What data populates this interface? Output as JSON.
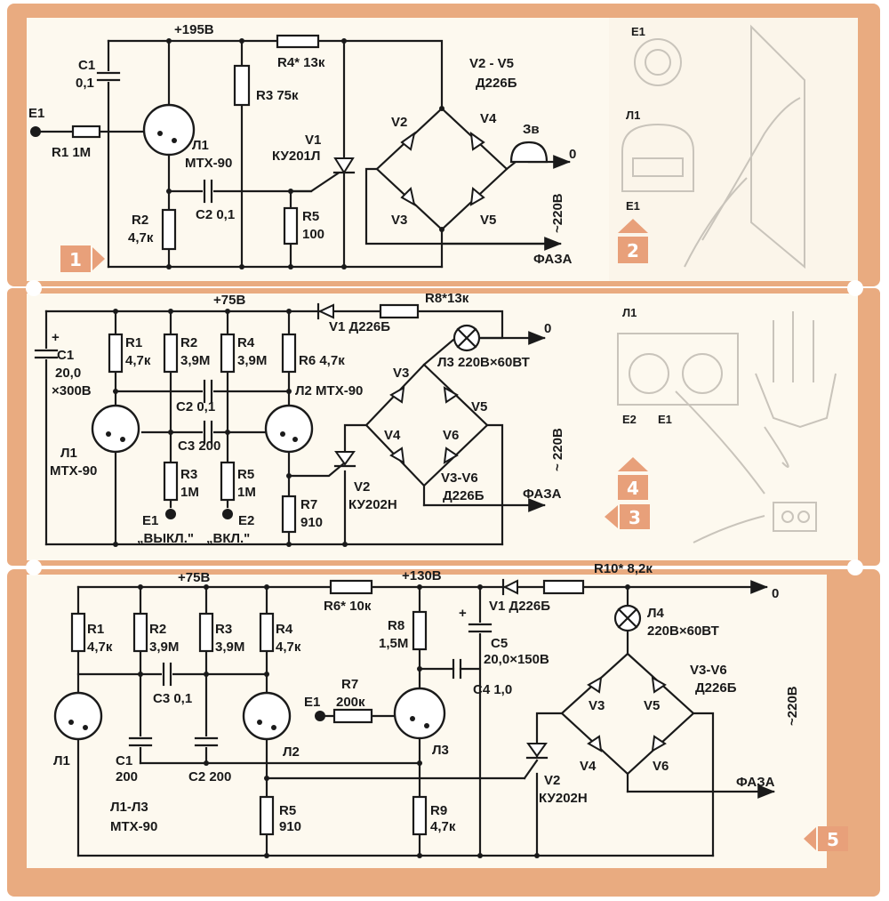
{
  "colors": {
    "frame": "#e9ab80",
    "paper": "#fdf9ef",
    "ink": "#1a1a1a",
    "badge": "#e8a07a",
    "pale": "#c9c4bb"
  },
  "fig1": {
    "badge": "1",
    "supply": "+195В",
    "c1": "C1",
    "c1v": "0,1",
    "e1": "E1",
    "r1": "R1 1M",
    "r4": "R4* 13к",
    "r3": "R3 75к",
    "l1": "Л1",
    "l1t": "МТХ-90",
    "v1": "V1",
    "v1t": "КУ201Л",
    "r2": "R2",
    "r2v": "4,7к",
    "c2": "C2 0,1",
    "r5": "R5",
    "r5v": "100",
    "v25": "V2 - V5",
    "v25t": "Д226Б",
    "v2": "V2",
    "v3": "V3",
    "v4": "V4",
    "v5": "V5",
    "zv": "Зв",
    "zero": "0",
    "ac": "~220В",
    "phase": "ФАЗА"
  },
  "fig2": {
    "badge": "2",
    "e1a": "Е1",
    "l1": "Л1",
    "e1b": "Е1"
  },
  "fig3": {
    "badge": "3",
    "supply": "+75В",
    "c1": "C1",
    "c1v": "20,0",
    "c1v2": "×300В",
    "r1": "R1",
    "r1v": "4,7к",
    "r2": "R2",
    "r2v": "3,9М",
    "r4": "R4",
    "r4v": "3,9М",
    "r6": "R6 4,7к",
    "v1": "V1 Д226Б",
    "r8": "R8*13к",
    "zero": "0",
    "l3": "Л3 220В×60ВТ",
    "c2": "C2  0,1",
    "l2": "Л2 МТХ-90",
    "c3": "C3 200",
    "l1": "Л1",
    "l1t": "МТХ-90",
    "r3": "R3",
    "r3v": "1М",
    "r5": "R5",
    "r5v": "1М",
    "r7": "R7",
    "r7v": "910",
    "v2": "V2",
    "v2t": "КУ202Н",
    "v3": "V3",
    "v4": "V4",
    "v5": "V5",
    "v6": "V6",
    "v36": "V3-V6",
    "v36t": "Д226Б",
    "ac": "~ 220В",
    "phase": "ФАЗА",
    "e1": "Е1",
    "e2": "Е2",
    "off": "„ВЫКЛ.\"",
    "on": "„ВКЛ.\""
  },
  "fig4": {
    "badge": "4",
    "l1": "Л1",
    "e2": "Е2",
    "e1": "Е1"
  },
  "fig5": {
    "badge": "5",
    "supply": "+75В",
    "supply2": "+130В",
    "r6": "R6* 10к",
    "v1": "V1 Д226Б",
    "r10": "R10* 8,2к",
    "zero": "0",
    "l4": "Л4",
    "l4t": "220В×60ВТ",
    "r1": "R1",
    "r1v": "4,7к",
    "r2": "R2",
    "r2v": "3,9М",
    "r3": "R3",
    "r3v": "3,9М",
    "r4": "R4",
    "r4v": "4,7к",
    "r8": "R8",
    "r8v": "1,5М",
    "c5": "C5",
    "c5v": "20,0×150В",
    "c3": "C3 0,1",
    "c4": "C4 1,0",
    "e1": "Е1",
    "r7": "R7",
    "r7v": "200к",
    "l1": "Л1",
    "l2": "Л2",
    "l3": "Л3",
    "c1": "C1",
    "c1v": "200",
    "c2": "C2 200",
    "r5": "R5",
    "r5v": "910",
    "r9": "R9",
    "r9v": "4,7к",
    "l13": "Л1-Л3",
    "l13t": "МТХ-90",
    "v36": "V3-V6",
    "v36t": "Д226Б",
    "v2": "V2",
    "v2t": "КУ202Н",
    "v3": "V3",
    "v4": "V4",
    "v5": "V5",
    "v6": "V6",
    "ac": "~220В",
    "phase": "ФАЗА"
  }
}
